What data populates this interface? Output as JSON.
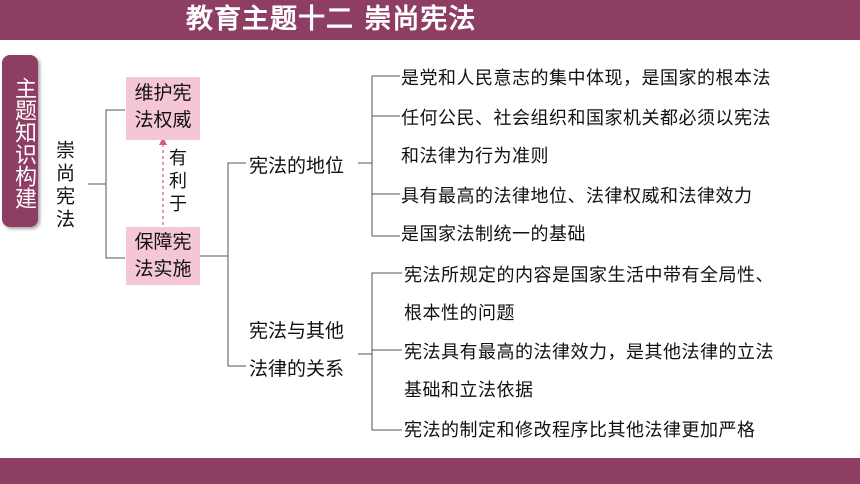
{
  "header": {
    "title": "教育主题十二 崇尚宪法"
  },
  "side_tag": {
    "label": "主题知识构建"
  },
  "tree": {
    "root": "崇尚宪法",
    "box_top": {
      "line1": "维护宪",
      "line2": "法权威"
    },
    "relation": "有利于",
    "box_bottom": {
      "line1": "保障宪",
      "line2": "法实施"
    },
    "branch1": {
      "label": "宪法的地位",
      "items": [
        "是党和人民意志的集中体现，是国家的根本法",
        "任何公民、社会组织和国家机关都必须以宪法",
        "和法律为行为准则",
        "具有最高的法律地位、法律权威和法律效力",
        "是国家法制统一的基础"
      ]
    },
    "branch2": {
      "label_line1": "宪法与其他",
      "label_line2": "法律的关系",
      "items": [
        "宪法所规定的内容是国家生活中带有全局性、",
        "根本性的问题",
        "宪法具有最高的法律效力，是其他法律的立法",
        "基础和立法依据",
        "宪法的制定和修改程序比其他法律更加严格"
      ]
    }
  }
}
